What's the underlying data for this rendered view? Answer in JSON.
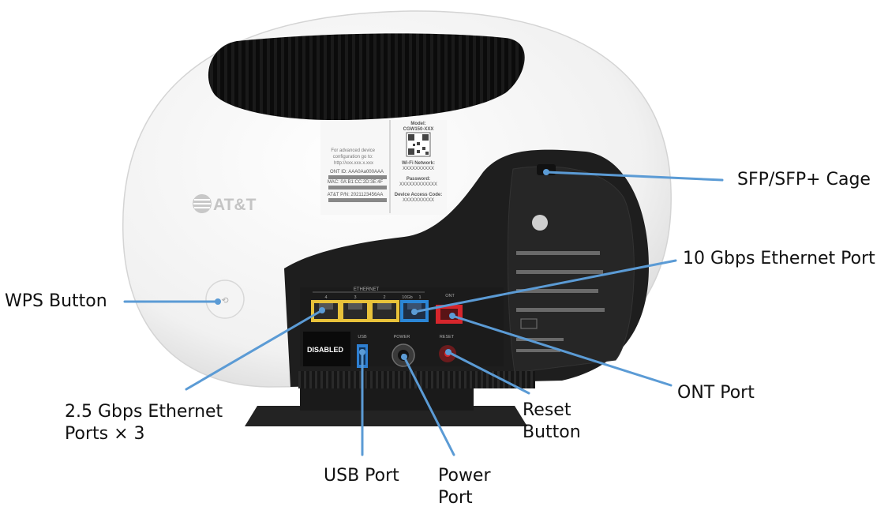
{
  "router": {
    "brand": "AT&T",
    "label": {
      "advanced_info": "For advanced device\nconfiguration go to:\nhttp://xxx.xxx.x.xxx",
      "ont_id": "ONT ID: AAA0Aa000AAA",
      "mac": "MAC: 0A:B1:CC:2D:3E:4F",
      "pn": "AT&T P/N: 2021123456AA",
      "model_heading": "Model:",
      "model_value": "CGW150-XXX",
      "wifi_heading": "Wi-Fi Network:",
      "wifi_value": "XXXXXXXXXX",
      "password_heading": "Password:",
      "password_value": "XXXXXXXXXXXX",
      "access_heading": "Device Access Code:",
      "access_value": "XXXXXXXXXX"
    },
    "panel": {
      "ethernet_heading": "ETHERNET",
      "port_numbers": [
        "4",
        "3",
        "2"
      ],
      "tengig_label": "10Gb",
      "tengig_number": "1",
      "ont_label": "ONT",
      "disabled_label": "DISABLED",
      "usb_label": "USB",
      "power_label": "POWER",
      "reset_label": "RESET"
    },
    "colors": {
      "ethernet_port": "#e8c23a",
      "tengig_port": "#2b86d6",
      "ont_port": "#d6262c",
      "usb_port": "#2e7fd1",
      "callout_line": "#5b9bd5"
    }
  },
  "callouts": {
    "sfp": "SFP/SFP+ Cage",
    "tengig": "10 Gbps Ethernet Port",
    "wps": "WPS Button",
    "ont": "ONT Port",
    "ethernet": "2.5 Gbps Ethernet\nPorts × 3",
    "reset": "Reset\nButton",
    "usb": "USB Port",
    "power": "Power\nPort"
  }
}
